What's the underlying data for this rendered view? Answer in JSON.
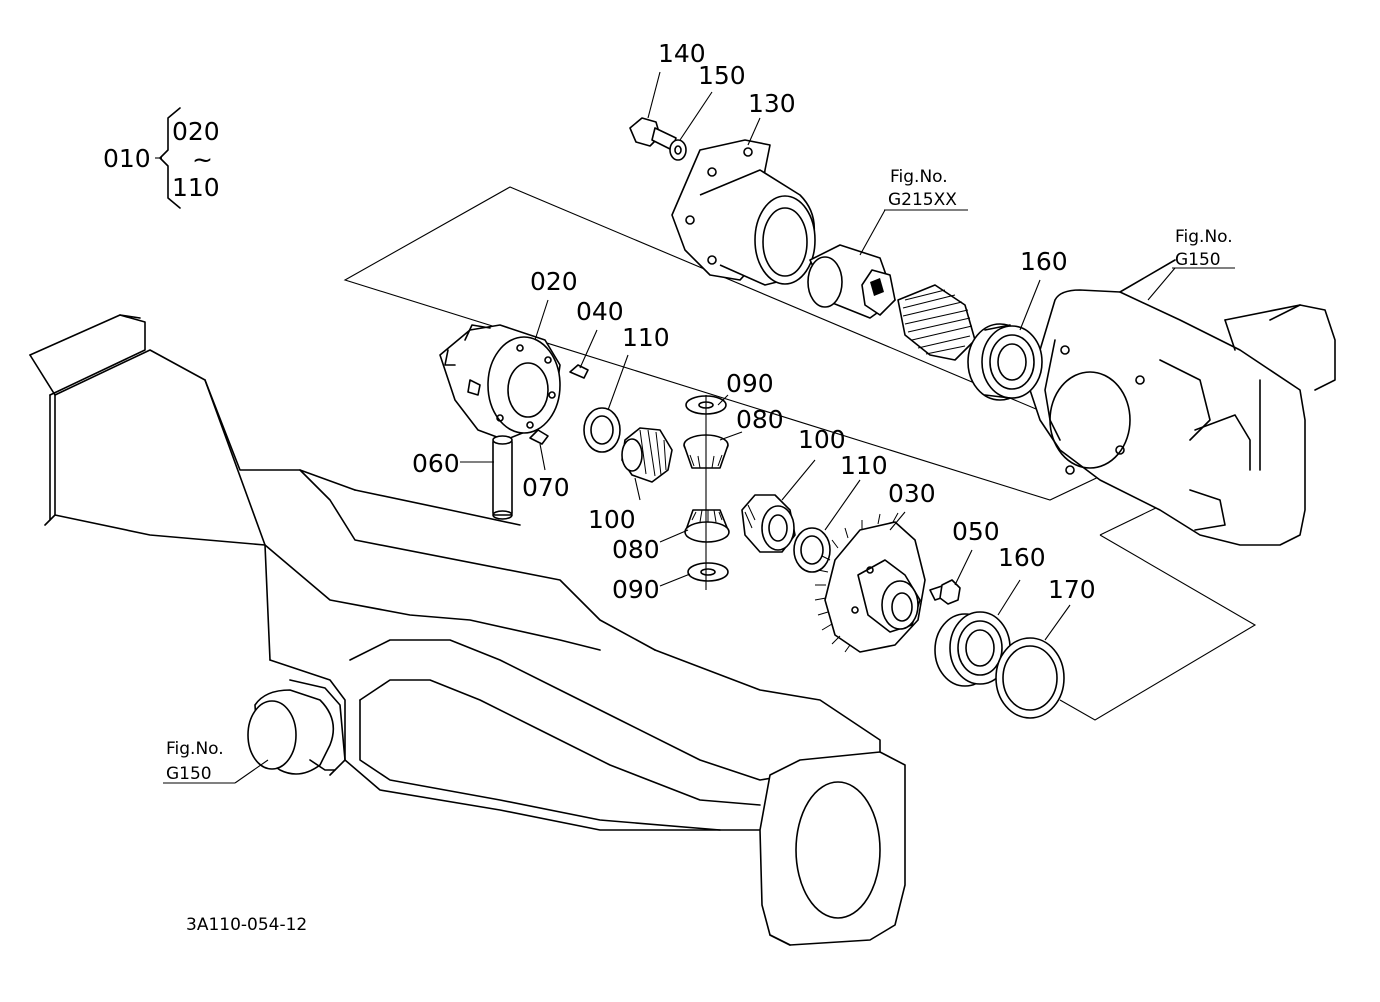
{
  "callouts": {
    "p010": "010",
    "p020_range_start": "020",
    "p110_range_end": "110",
    "tilde": "~",
    "p020": "020",
    "p030": "030",
    "p040": "040",
    "p050": "050",
    "p060": "060",
    "p070": "070",
    "p080_a": "080",
    "p080_b": "080",
    "p090_a": "090",
    "p090_b": "090",
    "p100_a": "100",
    "p100_b": "100",
    "p110_a": "110",
    "p110_b": "110",
    "p130": "130",
    "p140": "140",
    "p150": "150",
    "p160_a": "160",
    "p160_b": "160",
    "p170": "170"
  },
  "figure_refs": {
    "ref_a_caption": "Fig.No.",
    "ref_a_code": "G215XX",
    "ref_b_caption": "Fig.No.",
    "ref_b_code": "G150",
    "ref_c_caption": "Fig.No.",
    "ref_c_code": "G150"
  },
  "drawing_code": "3A110-054-12"
}
